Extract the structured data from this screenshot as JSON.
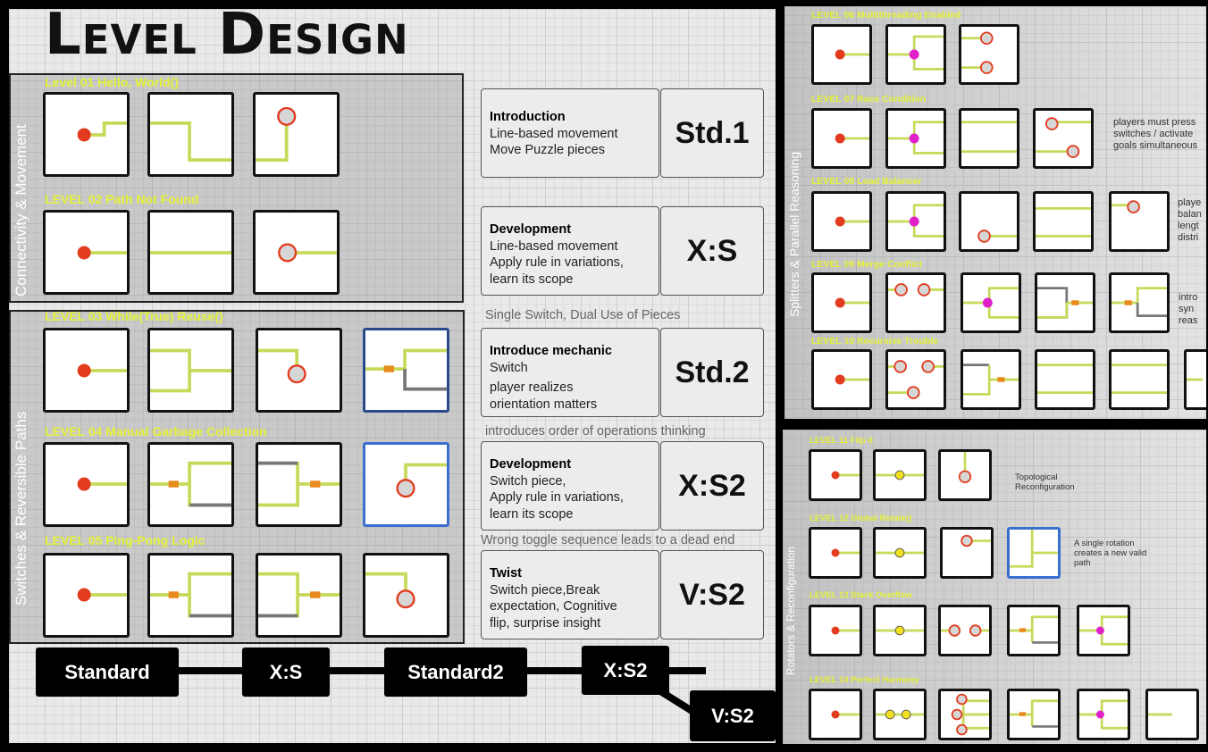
{
  "page_title": "Level Design",
  "sections": {
    "connectivity": "Connectivity & Movement",
    "switches": "Switches & Reversible Paths",
    "splitters": "Splitters & Parallel Reasoning",
    "rotators": "Rotators & Reconfiguration"
  },
  "levels": {
    "l01": "Level 01 Hello, World()",
    "l02": "LEVEL 02 Path Not Found",
    "l03": "LEVEL 03  While(True) Reuse()",
    "l04": "LEVEL 04 Manual Garbage  Collection",
    "l05": "LEVEL 05  Ping-Pong Logic",
    "l06": "LEVEL 06 Multithreading Enabled",
    "l07": "LEVEL 07  Race Condition",
    "l08": "LEVEL 08  Load Balancer",
    "l09": "LEVEL 09  Merge Conflict",
    "l10": "LEVEL 10  Recursive Trouble",
    "l11": "LEVEL 11  Flip it",
    "l12": "LEVEL 12  Global Rotate()",
    "l13": "LEVEL 13  Stack Overflow",
    "l14": "LEVEL 14  Perfect Harmony"
  },
  "descriptions": [
    {
      "title": "Introduction",
      "lines": [
        "Line-based movement",
        "Move Puzzle pieces"
      ],
      "tag": "Std.1"
    },
    {
      "title": "Development",
      "lines": [
        "Line-based movement",
        "Apply rule in variations,",
        "learn its scope"
      ],
      "tag": "X:S"
    },
    {
      "title": "Introduce mechanic",
      "lines": [
        "Switch",
        "player realizes",
        "orientation matters"
      ],
      "tag": "Std.2"
    },
    {
      "title": "Development",
      "lines": [
        "Switch piece,",
        "Apply rule in variations,",
        "learn its scope"
      ],
      "tag": "X:S2"
    },
    {
      "title": "Twist",
      "lines": [
        "Switch piece,Break",
        "expectation, Cognitive",
        "flip, surprise insight"
      ],
      "tag": "V:S2"
    }
  ],
  "notes": {
    "n1": "Single Switch, Dual Use of Pieces",
    "n2": "introduces order of operations thinking",
    "n3": "Wrong toggle sequence leads to a dead end"
  },
  "side_notes": {
    "l07": [
      "players must press",
      "switches / activate",
      "goals simultaneous"
    ],
    "l08": [
      "playe",
      "balan",
      "lengt",
      "distri"
    ],
    "l09": [
      "intro",
      "syn",
      "reas"
    ],
    "l11": [
      "Topological",
      "Reconfiguration"
    ],
    "l12": [
      "A single rotation",
      "creates a new valid",
      "path"
    ]
  },
  "flow": [
    "Standard",
    "X:S",
    "Standard2",
    "X:S2",
    "V:S2"
  ],
  "colors": {
    "path": "#c8d95a",
    "start": "#e23b1f",
    "goal_fill": "#d6d6d6",
    "switch": "#e88a1c",
    "splitter": "#e020c8",
    "rotator": "#f0e020",
    "label": "#e3f238"
  }
}
